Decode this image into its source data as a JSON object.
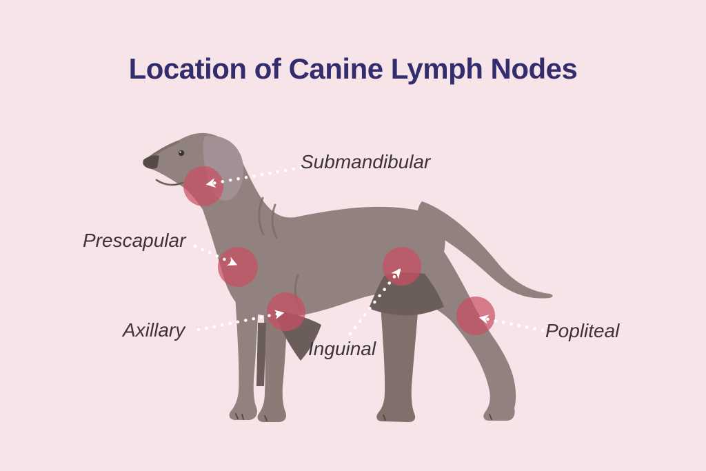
{
  "page": {
    "background_color": "#f6e4e9"
  },
  "title": {
    "text": "Location of Canine Lymph Nodes",
    "color": "#332d6d"
  },
  "diagram": {
    "subject": "Side view illustration of a standing dog, facing left, with lymph node locations marked",
    "marker_color": "#c94f63",
    "marker_opacity": "0.72",
    "leader_line_color": "#ffffff",
    "leader_line_style": "dotted with arrowhead pointing at node",
    "dog_body_color": "#92827f",
    "nodes": [
      {
        "label": "Submandibular"
      },
      {
        "label": "Prescapular"
      },
      {
        "label": "Axillary"
      },
      {
        "label": "Inguinal"
      },
      {
        "label": "Popliteal"
      }
    ]
  }
}
